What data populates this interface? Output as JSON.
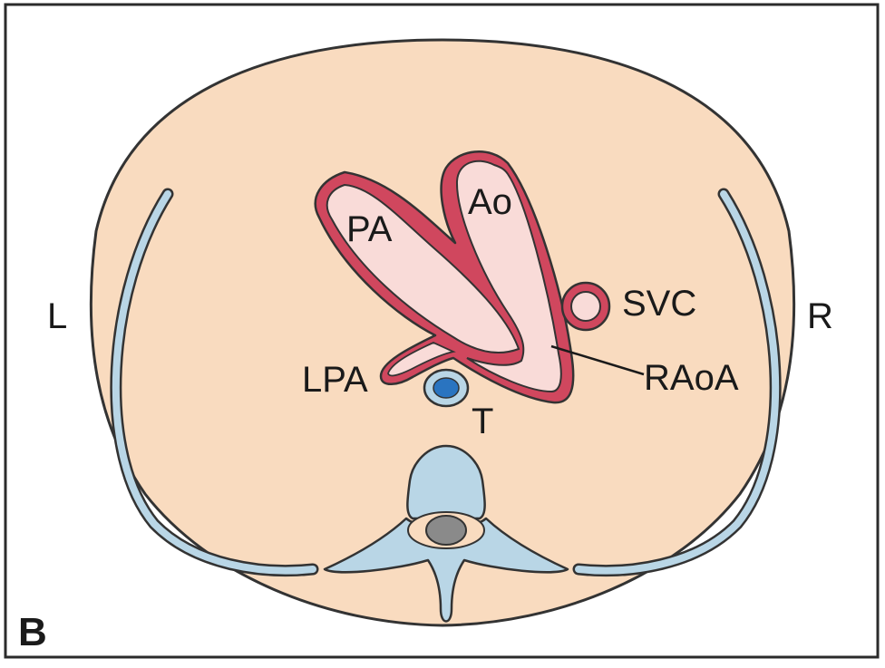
{
  "figure": {
    "panel_label": "B",
    "labels": {
      "left": "L",
      "right": "R",
      "pa": "PA",
      "ao": "Ao",
      "svc": "SVC",
      "lpa": "LPA",
      "raoa": "RAoA",
      "trachea": "T"
    }
  },
  "colors": {
    "background": "#ffffff",
    "frame": "#2b2b2b",
    "body": "#f9dbbf",
    "vessel_wall": "#d0475e",
    "vessel_lumen": "#f9dbd8",
    "rib_and_bone": "#b9d6e6",
    "trachea_lumen": "#2a74c0",
    "spinal_cord": "#8a8a8a",
    "outline": "#333333"
  }
}
